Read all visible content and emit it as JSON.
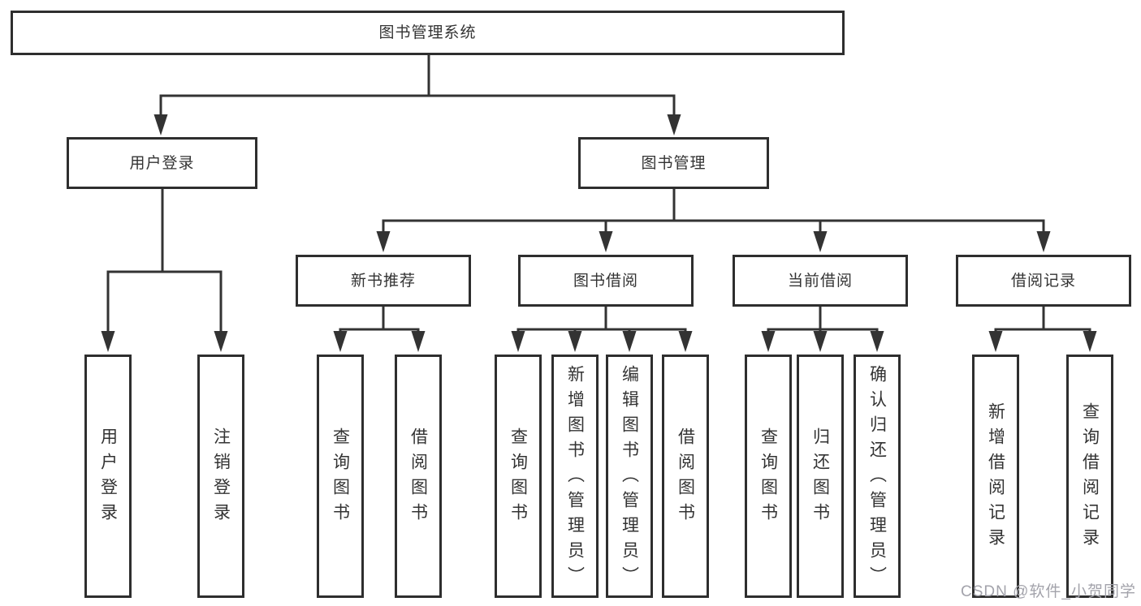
{
  "tree": {
    "label": "图书管理系统",
    "children": [
      {
        "label": "用户登录",
        "children": [
          {
            "label": "用户登录"
          },
          {
            "label": "注销登录"
          }
        ]
      },
      {
        "label": "图书管理",
        "children": [
          {
            "label": "新书推荐",
            "children": [
              {
                "label": "查询图书"
              },
              {
                "label": "借阅图书"
              }
            ]
          },
          {
            "label": "图书借阅",
            "children": [
              {
                "label": "查询图书"
              },
              {
                "label": "新增图书（管理员）"
              },
              {
                "label": "编辑图书（管理员）"
              },
              {
                "label": "借阅图书"
              }
            ]
          },
          {
            "label": "当前借阅",
            "children": [
              {
                "label": "查询图书"
              },
              {
                "label": "归还图书"
              },
              {
                "label": "确认归还（管理员）"
              }
            ]
          },
          {
            "label": "借阅记录",
            "children": [
              {
                "label": "新增借阅记录"
              },
              {
                "label": "查询借阅记录"
              }
            ]
          }
        ]
      }
    ]
  },
  "colors": {
    "line": "#333333",
    "border": "#2e2e2e",
    "text": "#333333",
    "watermark": "#a3a3ab"
  },
  "watermark": "CSDN @软件_小贺同学"
}
